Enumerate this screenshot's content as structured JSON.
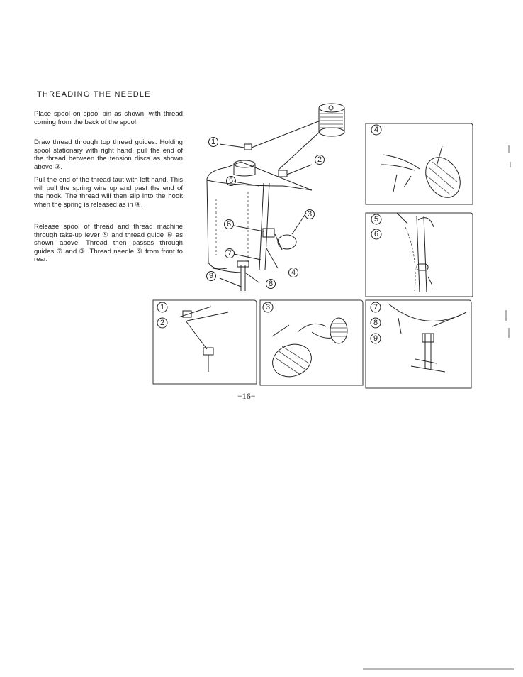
{
  "heading": "THREADING THE NEEDLE",
  "paragraphs": [
    "Place spool on spool pin as shown, with thread coming from the back of the spool.",
    "Draw thread through top thread guides. Holding spool stationary with right hand, pull the end of the thread between the tension discs as shown above ③.",
    "Pull the end of the thread taut with left hand. This will pull the spring wire up and past the end of the hook. The thread will then slip into the hook when the spring is released as in ④.",
    "Release spool of thread and thread machine through take-up lever ⑤ and thread guide ⑥ as shown above. Thread then passes through guides ⑦ and ⑧. Thread needle ⑨ from front to rear."
  ],
  "page_number": "−16−",
  "callouts": {
    "main": [
      "1",
      "2",
      "3",
      "4",
      "5",
      "6",
      "7",
      "8",
      "9"
    ],
    "panel_1_2": [
      "1",
      "2"
    ],
    "panel_3": [
      "3"
    ],
    "panel_4": [
      "4"
    ],
    "panel_5_6": [
      "5",
      "6"
    ],
    "panel_7_8_9": [
      "7",
      "8",
      "9"
    ]
  }
}
